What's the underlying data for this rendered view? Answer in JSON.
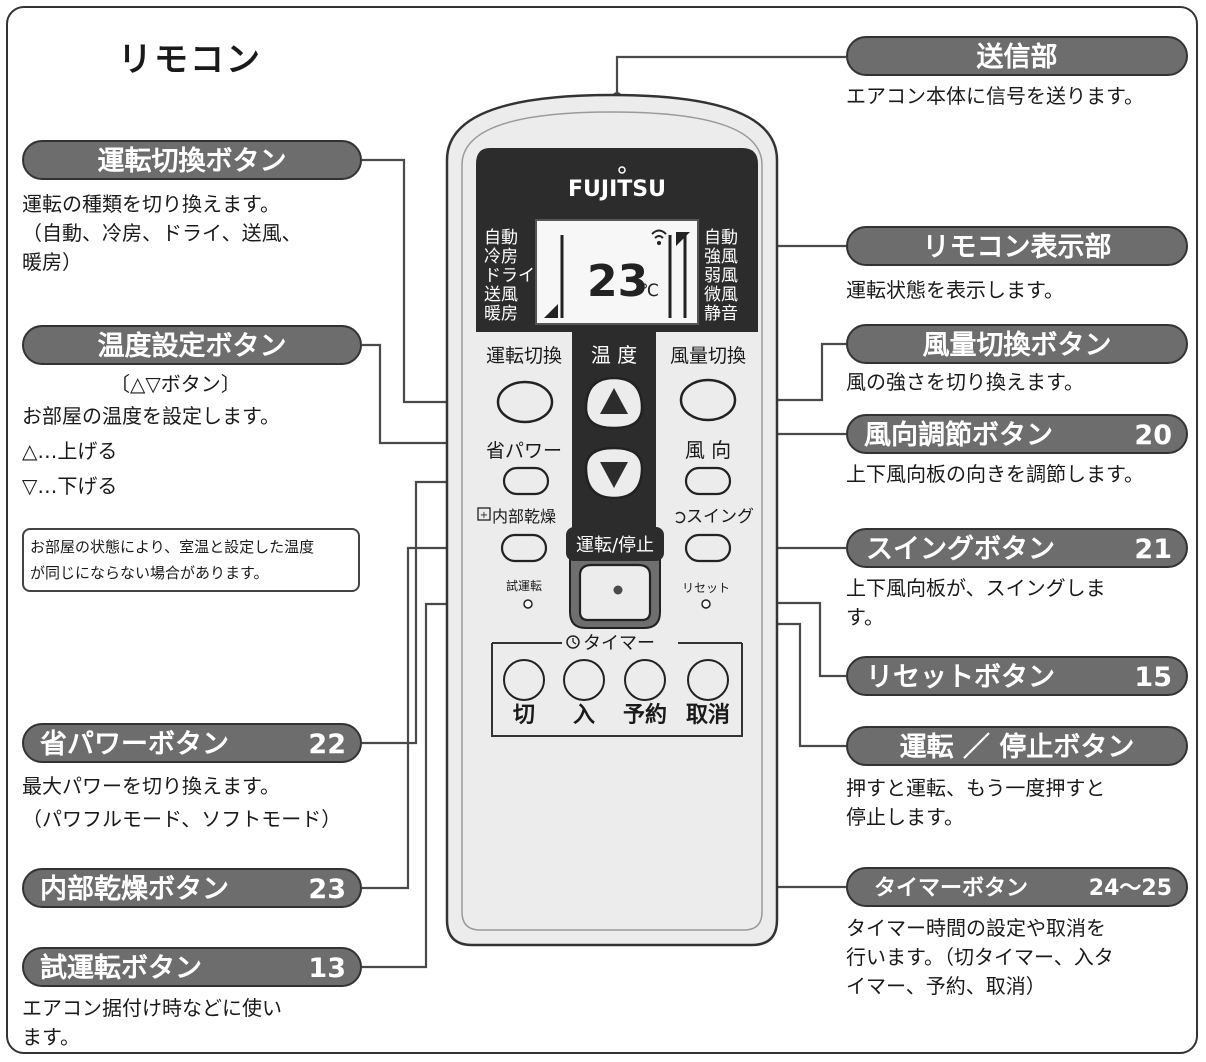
{
  "title": "リモコン",
  "remote": {
    "brand": "FUJITSU",
    "mode_left": [
      "自動",
      "冷房",
      "ドライ",
      "送風",
      "暖房"
    ],
    "fan_right": [
      "自動",
      "強風",
      "弱風",
      "微風",
      "静音"
    ],
    "temp_value": "23",
    "temp_unit": "℃",
    "mode_button_label": "運転切換",
    "temp_label": "温 度",
    "fan_button_label": "風量切換",
    "power_save_label": "省パワー",
    "fan_dir_label": "風 向",
    "internal_dry_label": "内部乾燥",
    "swing_label": "スイング",
    "start_stop_label": "運転/停止",
    "test_run_label": "試運転",
    "reset_label": "リセット",
    "timer_label": "タイマー",
    "timer_buttons": [
      "切",
      "入",
      "予約",
      "取消"
    ]
  },
  "callouts": {
    "transmitter": {
      "title": "送信部",
      "number": "",
      "desc": [
        "エアコン本体に信号を送ります。"
      ]
    },
    "mode": {
      "title": "運転切換ボタン",
      "number": "",
      "desc": [
        "運転の種類を切り換えます。",
        "（自動、冷房、ドライ、送風、",
        "暖房）"
      ]
    },
    "display": {
      "title": "リモコン表示部",
      "number": "",
      "desc": [
        "運転状態を表示します。"
      ]
    },
    "temp": {
      "title": "温度設定ボタン",
      "number": "",
      "sub": "〔△▽ボタン〕",
      "desc": [
        "お部屋の温度を設定します。",
        "△…上げる",
        "▽…下げる"
      ]
    },
    "fan": {
      "title": "風量切換ボタン",
      "number": "",
      "desc": [
        "風の強さを切り換えます。"
      ]
    },
    "direction": {
      "title": "風向調節ボタン",
      "number": "20",
      "desc": [
        "上下風向板の向きを調節します。"
      ]
    },
    "note": [
      "お部屋の状態により、室温と設定した温度",
      "が同じにならない場合があります。"
    ],
    "swing": {
      "title": "スイングボタン",
      "number": "21",
      "desc": [
        "上下風向板が、スイングしま",
        "す。"
      ]
    },
    "reset": {
      "title": "リセットボタン",
      "number": "15",
      "desc": []
    },
    "powersave": {
      "title": "省パワーボタン",
      "number": "22",
      "desc": [
        "最大パワーを切り換えます。",
        "（パワフルモード、ソフトモード）"
      ]
    },
    "startstop": {
      "title": "運転 ／ 停止ボタン",
      "number": "",
      "desc": [
        "押すと運転、もう一度押すと",
        "停止します。"
      ]
    },
    "dry": {
      "title": "内部乾燥ボタン",
      "number": "23",
      "desc": []
    },
    "timer": {
      "title": "タイマーボタン",
      "number": "24～25",
      "desc": [
        "タイマー時間の設定や取消を",
        "行います。（切タイマー、入タ",
        "イマー、予約、取消）"
      ]
    },
    "testrun": {
      "title": "試運転ボタン",
      "number": "13",
      "desc": [
        "エアコン据付け時などに使い",
        "ます。"
      ]
    }
  },
  "colors": {
    "pill": "#6d6d6d",
    "remote_body": "#ececec",
    "panel": "#2c2c2c",
    "lcd": "#f7f7f7"
  }
}
